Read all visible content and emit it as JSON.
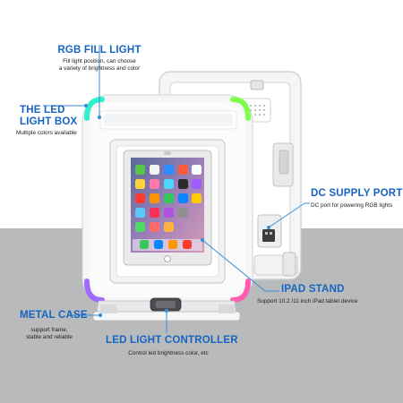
{
  "labels": {
    "rgb_fill_light": {
      "title": "RGB FILL LIGHT",
      "desc_line1": "Fill light position, can choose",
      "desc_line2": "a variety of brightness and color"
    },
    "led_light_box": {
      "title_line1": "THE LED",
      "title_line2": "LIGHT BOX",
      "desc": "Multiple colors available"
    },
    "dc_supply_port": {
      "title": "DC SUPPLY PORT",
      "desc": "DC port for powering RGB lights"
    },
    "ipad_stand": {
      "title": "IPAD STAND",
      "desc": "Support 10.2 /11 inch iPad tablet device"
    },
    "metal_case": {
      "title": "METAL CASE",
      "desc_line1": "support frame,",
      "desc_line2": "stable and reliable"
    },
    "led_light_controller": {
      "title": "LED LIGHT CONTROLLER",
      "desc": "Control led brightness color, etc"
    }
  },
  "colors": {
    "label_blue": "#1565c0",
    "line_blue": "#3b8fd6",
    "backdrop_gray": "#b9babb"
  }
}
